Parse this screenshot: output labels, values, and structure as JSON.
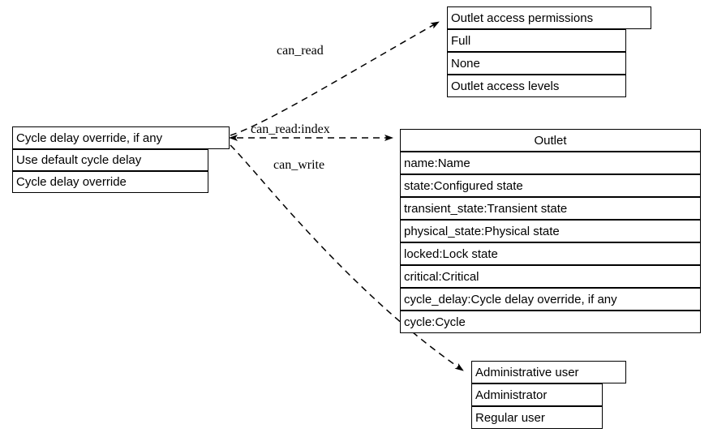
{
  "diagram": {
    "type": "entity-relationship",
    "background_color": "#ffffff",
    "line_color": "#000000",
    "text_color": "#000000",
    "nodes": [
      {
        "id": "cycle_delay_override",
        "header": "Cycle delay override, if any",
        "rows": [
          "Use default cycle delay",
          "Cycle delay override"
        ],
        "header_align": "left"
      },
      {
        "id": "outlet_access_permissions",
        "header": "Outlet access permissions",
        "rows": [
          "Full",
          "None",
          "Outlet access levels"
        ],
        "header_align": "left"
      },
      {
        "id": "outlet",
        "header": "Outlet",
        "rows": [
          "name:Name",
          "state:Configured state",
          "transient_state:Transient state",
          "physical_state:Physical state",
          "locked:Lock state",
          "critical:Critical",
          "cycle_delay:Cycle delay override, if any",
          "cycle:Cycle"
        ],
        "header_align": "center"
      },
      {
        "id": "administrative_user",
        "header": "Administrative user",
        "rows": [
          "Administrator",
          "Regular user"
        ],
        "header_align": "left"
      }
    ],
    "edges": [
      {
        "id": "can_read",
        "label": "can_read",
        "from": "cycle_delay_override",
        "to": "outlet_access_permissions",
        "style": "dashed",
        "arrow": "end"
      },
      {
        "id": "can_read_index",
        "label": "can_read:index",
        "from": "cycle_delay_override",
        "to": "outlet",
        "style": "dashed",
        "arrow": "both"
      },
      {
        "id": "can_write",
        "label": "can_write",
        "from": "cycle_delay_override",
        "to": "administrative_user",
        "style": "dashed",
        "arrow": "end"
      }
    ]
  }
}
